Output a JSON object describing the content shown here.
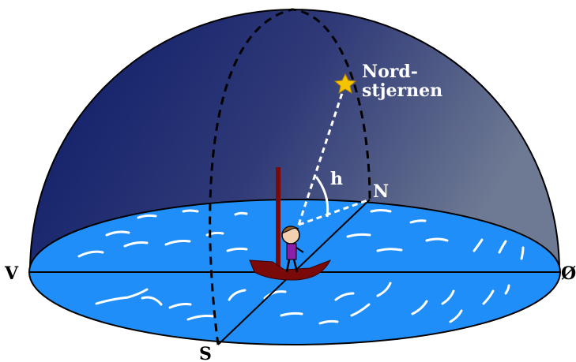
{
  "labels": {
    "west": "V",
    "east": "Ø",
    "north": "N",
    "south": "S",
    "altitude": "h",
    "star_line1": "Nord-",
    "star_line2": "stjernen"
  },
  "colors": {
    "sky_light": "#6e7a93",
    "sky_dark": "#0b1a66",
    "sea_fill": "#1f8ef8",
    "outline": "#000000",
    "dashed_line": "#ffffff",
    "boat": "#7a0a0a",
    "star": "#f5c400"
  },
  "icons": {
    "star": "star-icon",
    "boat": "sailboat-icon",
    "person": "person-icon"
  }
}
